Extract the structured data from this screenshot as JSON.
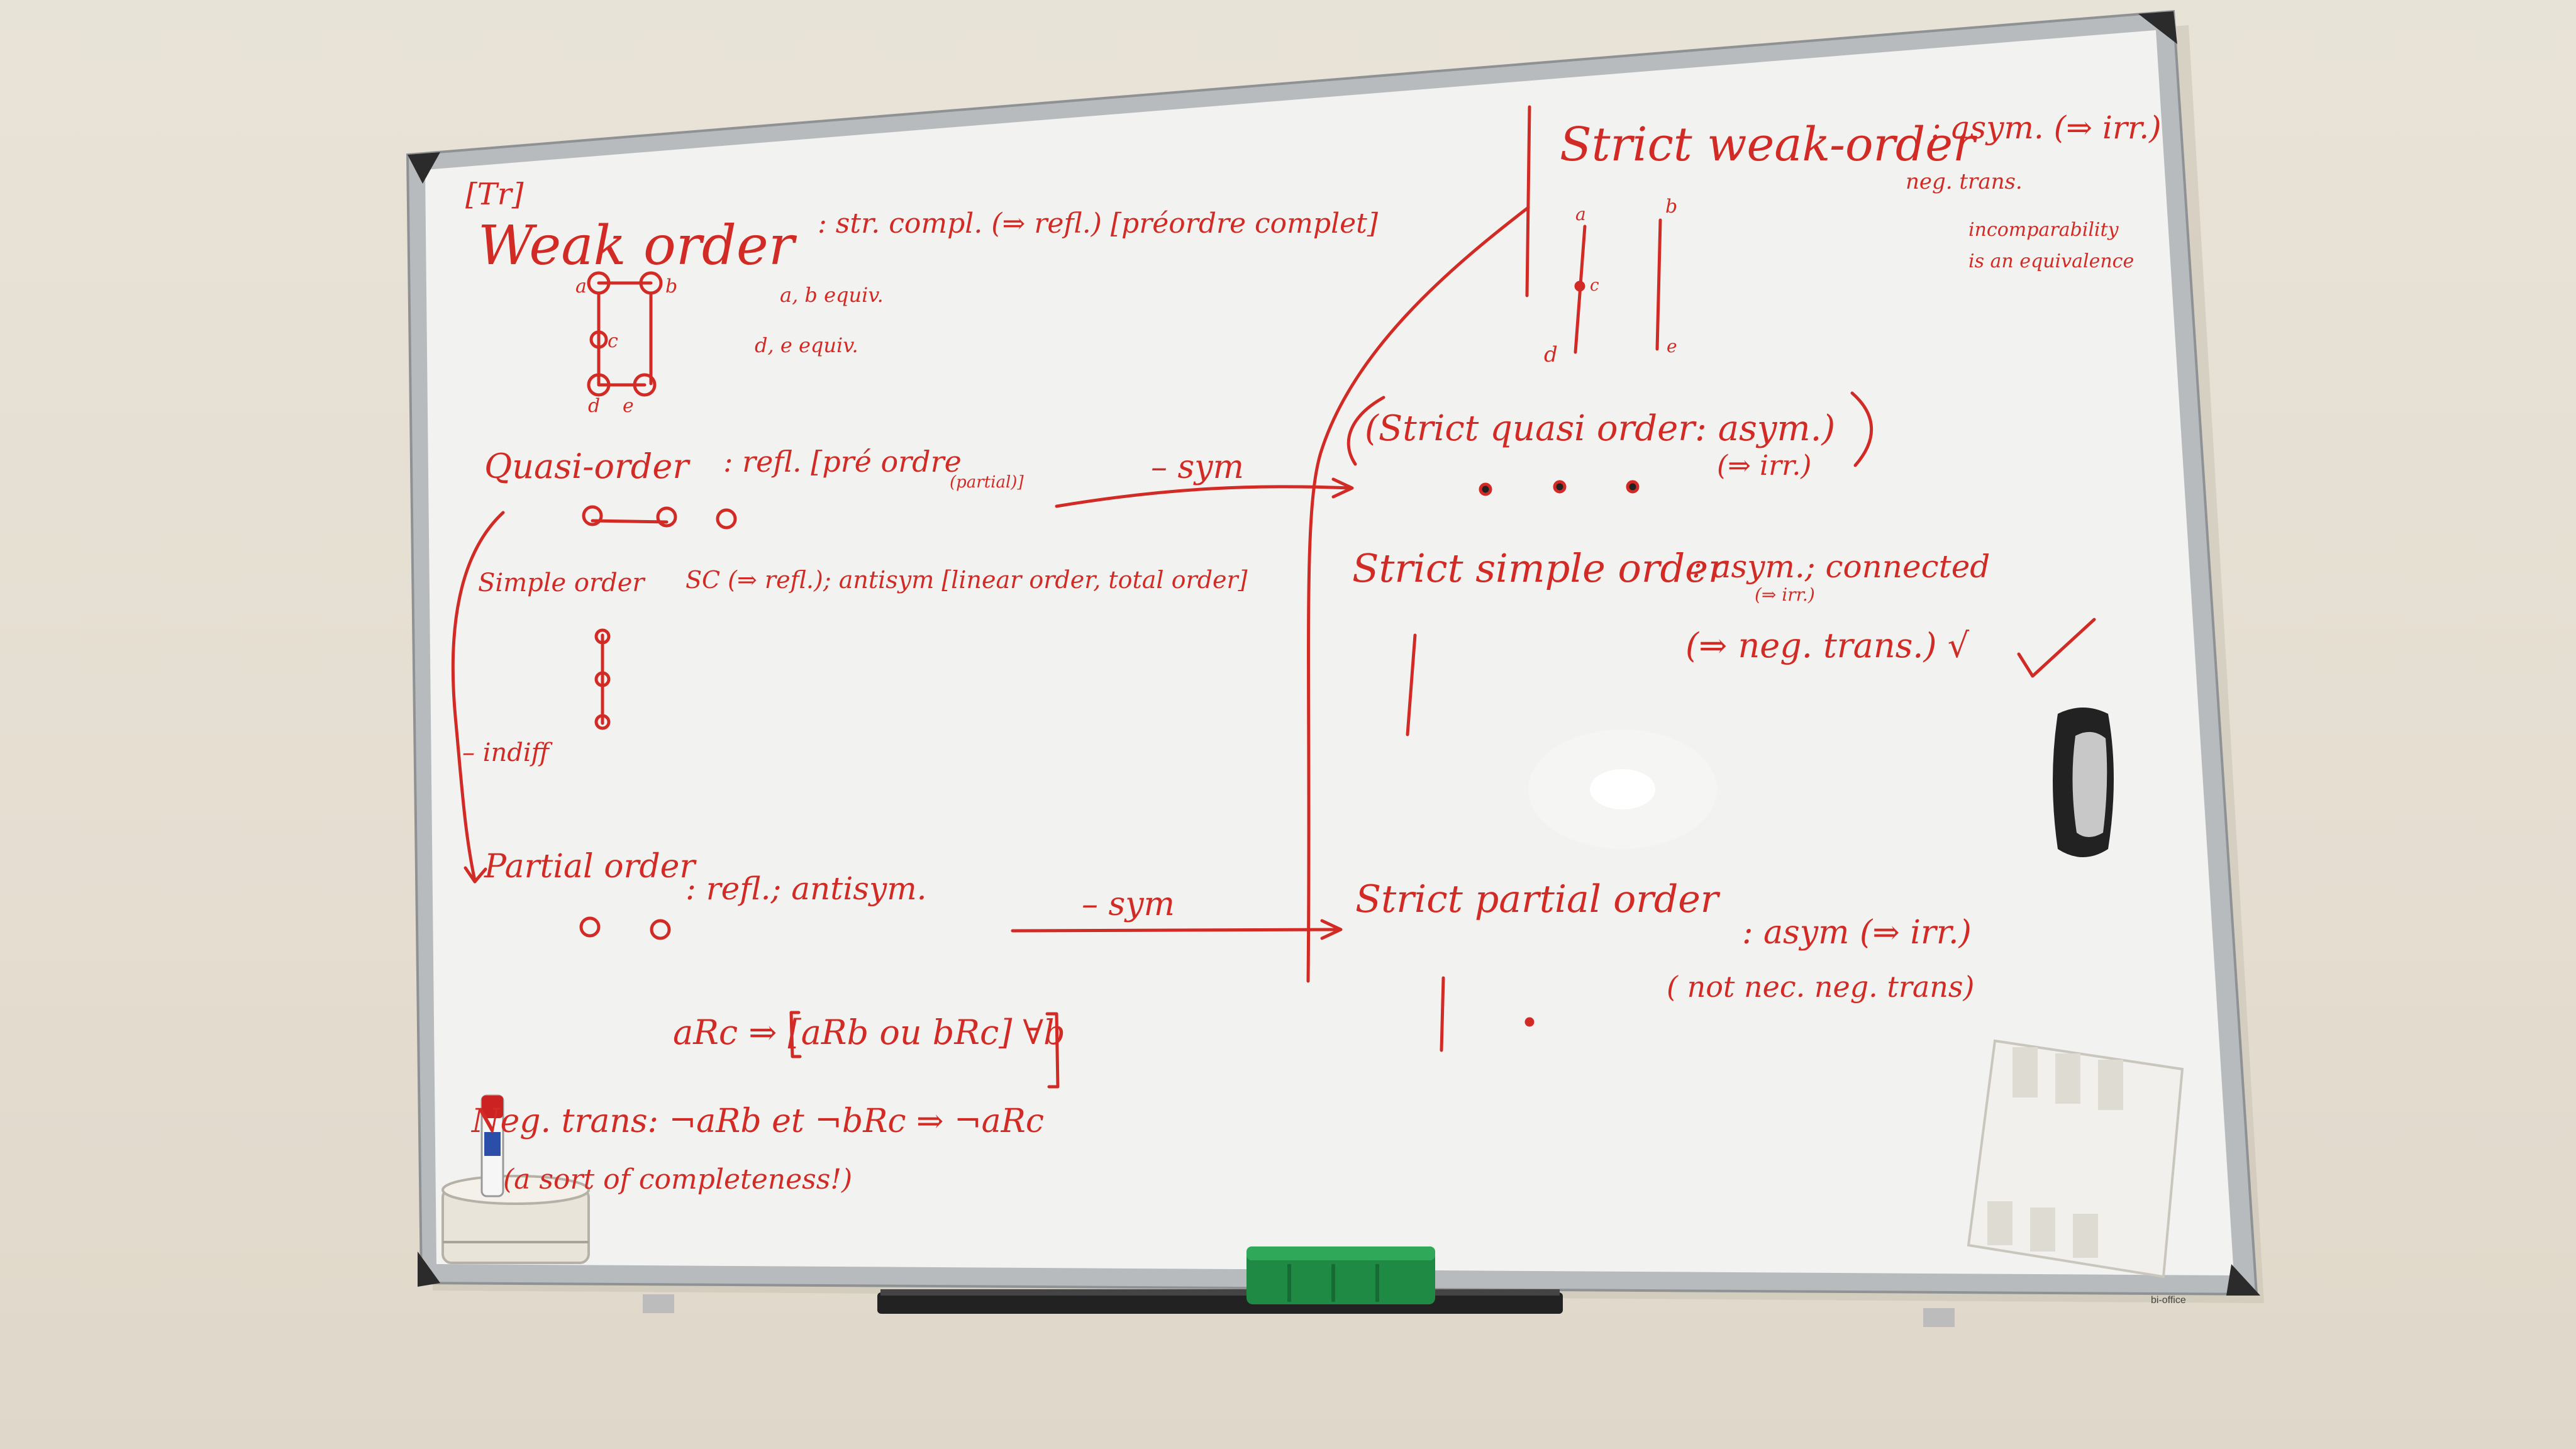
{
  "colors": {
    "wall": "#e6e0d4",
    "board": "#f2f3f1",
    "frame": "#b9bcbf",
    "ink": "#d22a24",
    "eraser": "#1e8a44",
    "magnet": "#2a2a2a"
  },
  "board": {
    "tag": "[Tr]",
    "weak_order": {
      "title": "Weak order",
      "definition": ": str. compl. (⇒ refl.) [préordre complet]",
      "note1": "a, b equiv.",
      "note2": "d, e equiv.",
      "nodes": [
        "a",
        "b",
        "c",
        "d",
        "e"
      ]
    },
    "quasi_order": {
      "title": "Quasi-order",
      "definition": ": refl. [pré ordre",
      "sub": "(partial)]"
    },
    "simple_order": {
      "title": "Simple order",
      "definition": "SC (⇒ refl.); antisym [linear order, total order]"
    },
    "partial_order": {
      "title": "Partial order",
      "definition": ": refl.; antisym."
    },
    "indiff": "– indiff",
    "arrow_sym_1": "– sym",
    "arrow_sym_2": "– sym",
    "strict_weak": {
      "title": "Strict weak-order",
      "definition": ": asym. (⇒ irr.)",
      "note1": "neg. trans.",
      "note2": "incomparability",
      "note3": "is an equivalence",
      "nodes": [
        "a",
        "b",
        "c",
        "d",
        "e"
      ]
    },
    "strict_quasi": {
      "title": "(Strict quasi order: asym.)",
      "sub": "(⇒ irr.)",
      "dots": "• • •"
    },
    "strict_simple": {
      "title": "Strict simple order",
      "definition": ": asym.; connected",
      "sub": "(⇒ irr.)",
      "note": "(⇒ neg. trans.) √"
    },
    "strict_partial": {
      "title": "Strict partial order",
      "definition": ": asym (⇒ irr.)",
      "note": "( not nec. neg. trans)"
    },
    "formula": "aRc ⇒ [aRb ou bRc] ∀b",
    "neg_trans": "Neg. trans: ¬aRb et ¬bRc ⇒ ¬aRc",
    "neg_trans_note": "(a sort of completeness!)",
    "brand": "bi-office"
  }
}
